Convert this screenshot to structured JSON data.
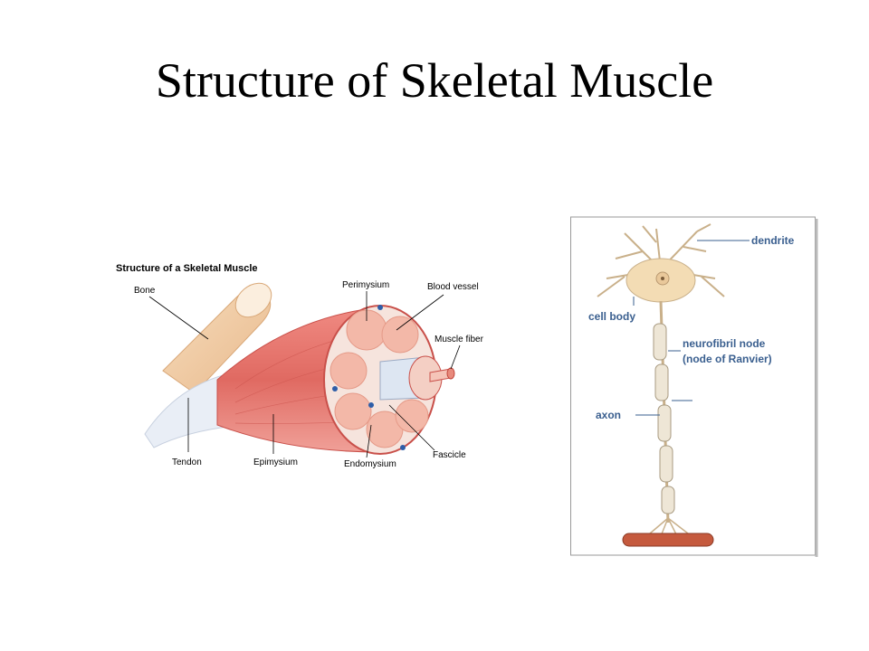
{
  "slide": {
    "title": "Structure of Skeletal Muscle"
  },
  "muscle_diagram": {
    "heading": "Structure of a Skeletal Muscle",
    "labels": {
      "bone": "Bone",
      "perimysium": "Perimysium",
      "blood_vessel": "Blood vessel",
      "muscle_fiber": "Muscle fiber",
      "fascicle": "Fascicle",
      "tendon": "Tendon",
      "epimysium": "Epimysium",
      "endomysium": "Endomysium"
    }
  },
  "neuron_diagram": {
    "labels": {
      "dendrite": "dendrite",
      "cell_body": "cell body",
      "node_line1": "neurofibril node",
      "node_line2": "(node of Ranvier)",
      "axon": "axon"
    }
  },
  "colors": {
    "muscle": "#e8706a",
    "muscle_dark": "#c9504a",
    "bone": "#f2cda6",
    "neuron_body": "#f3dcb4",
    "label_blue": "#3a5f8f",
    "muscle_fiber_target": "#c0443a"
  }
}
